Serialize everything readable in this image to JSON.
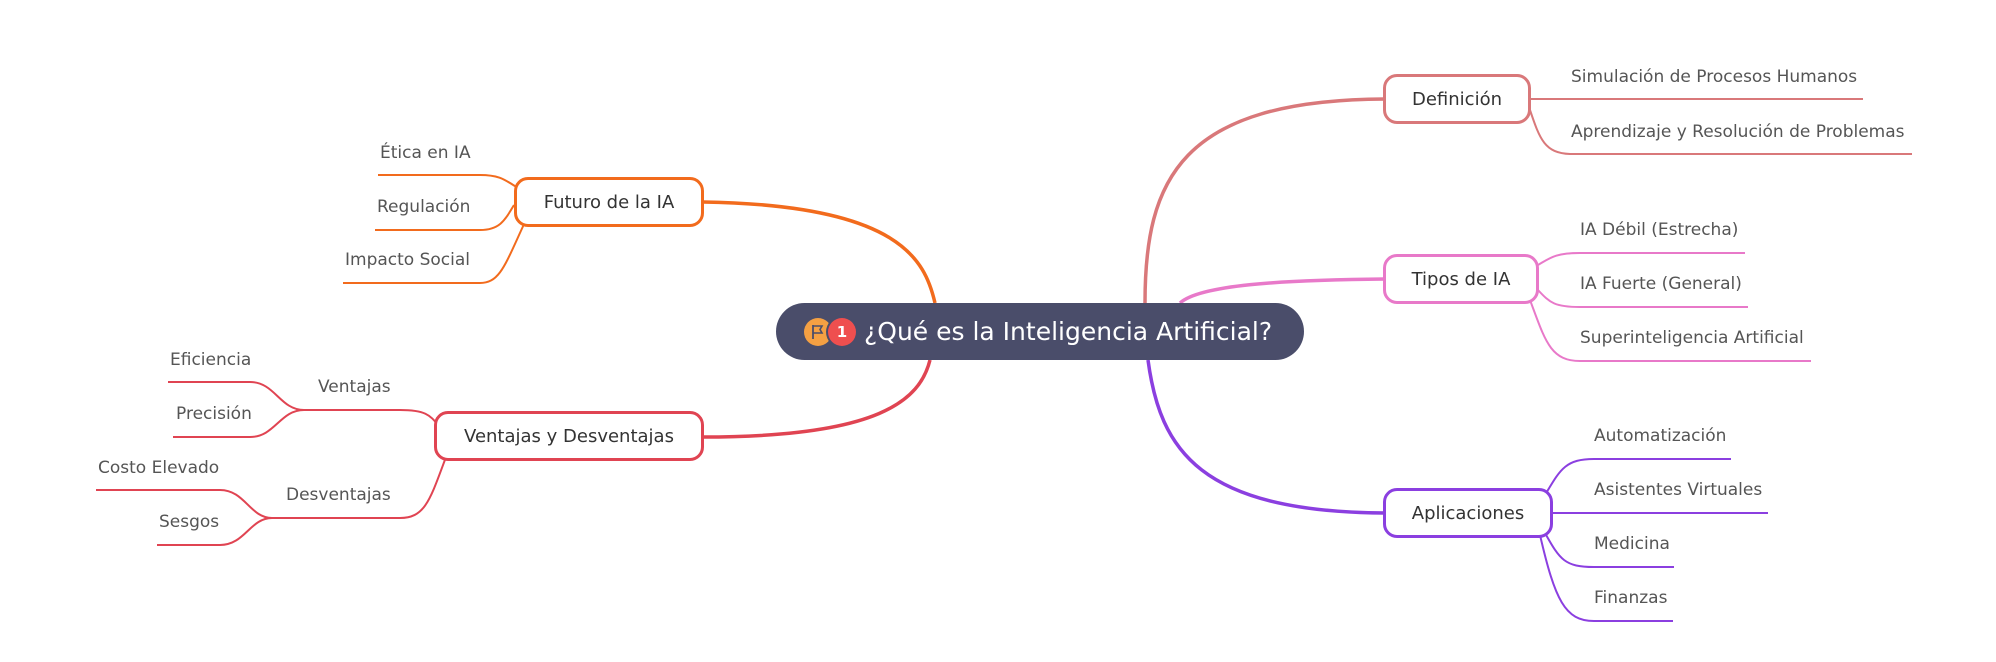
{
  "root": {
    "title": "¿Qué es la Inteligencia Artificial?",
    "marker_icon": "flag-icon",
    "marker_badge": "1"
  },
  "branches": {
    "definicion": {
      "label": "Definición",
      "color": "#d9787a",
      "children": [
        "Simulación de Procesos Humanos",
        "Aprendizaje y Resolución de Problemas"
      ]
    },
    "tipos": {
      "label": "Tipos de IA",
      "color": "#e879c9",
      "children": [
        "IA Débil (Estrecha)",
        "IA Fuerte (General)",
        "Superinteligencia Artificial"
      ]
    },
    "aplicaciones": {
      "label": "Aplicaciones",
      "color": "#8b3fe0",
      "children": [
        "Automatización",
        "Asistentes Virtuales",
        "Medicina",
        "Finanzas"
      ]
    },
    "futuro": {
      "label": "Futuro de la IA",
      "color": "#f26b1d",
      "children": [
        "Ética en IA",
        "Regulación",
        "Impacto Social"
      ]
    },
    "ventajas_desventajas": {
      "label": "Ventajas y Desventajas",
      "color": "#e04452",
      "groups": {
        "ventajas": {
          "label": "Ventajas",
          "children": [
            "Eficiencia",
            "Precisión"
          ]
        },
        "desventajas": {
          "label": "Desventajas",
          "children": [
            "Costo Elevado",
            "Sesgos"
          ]
        }
      }
    }
  }
}
